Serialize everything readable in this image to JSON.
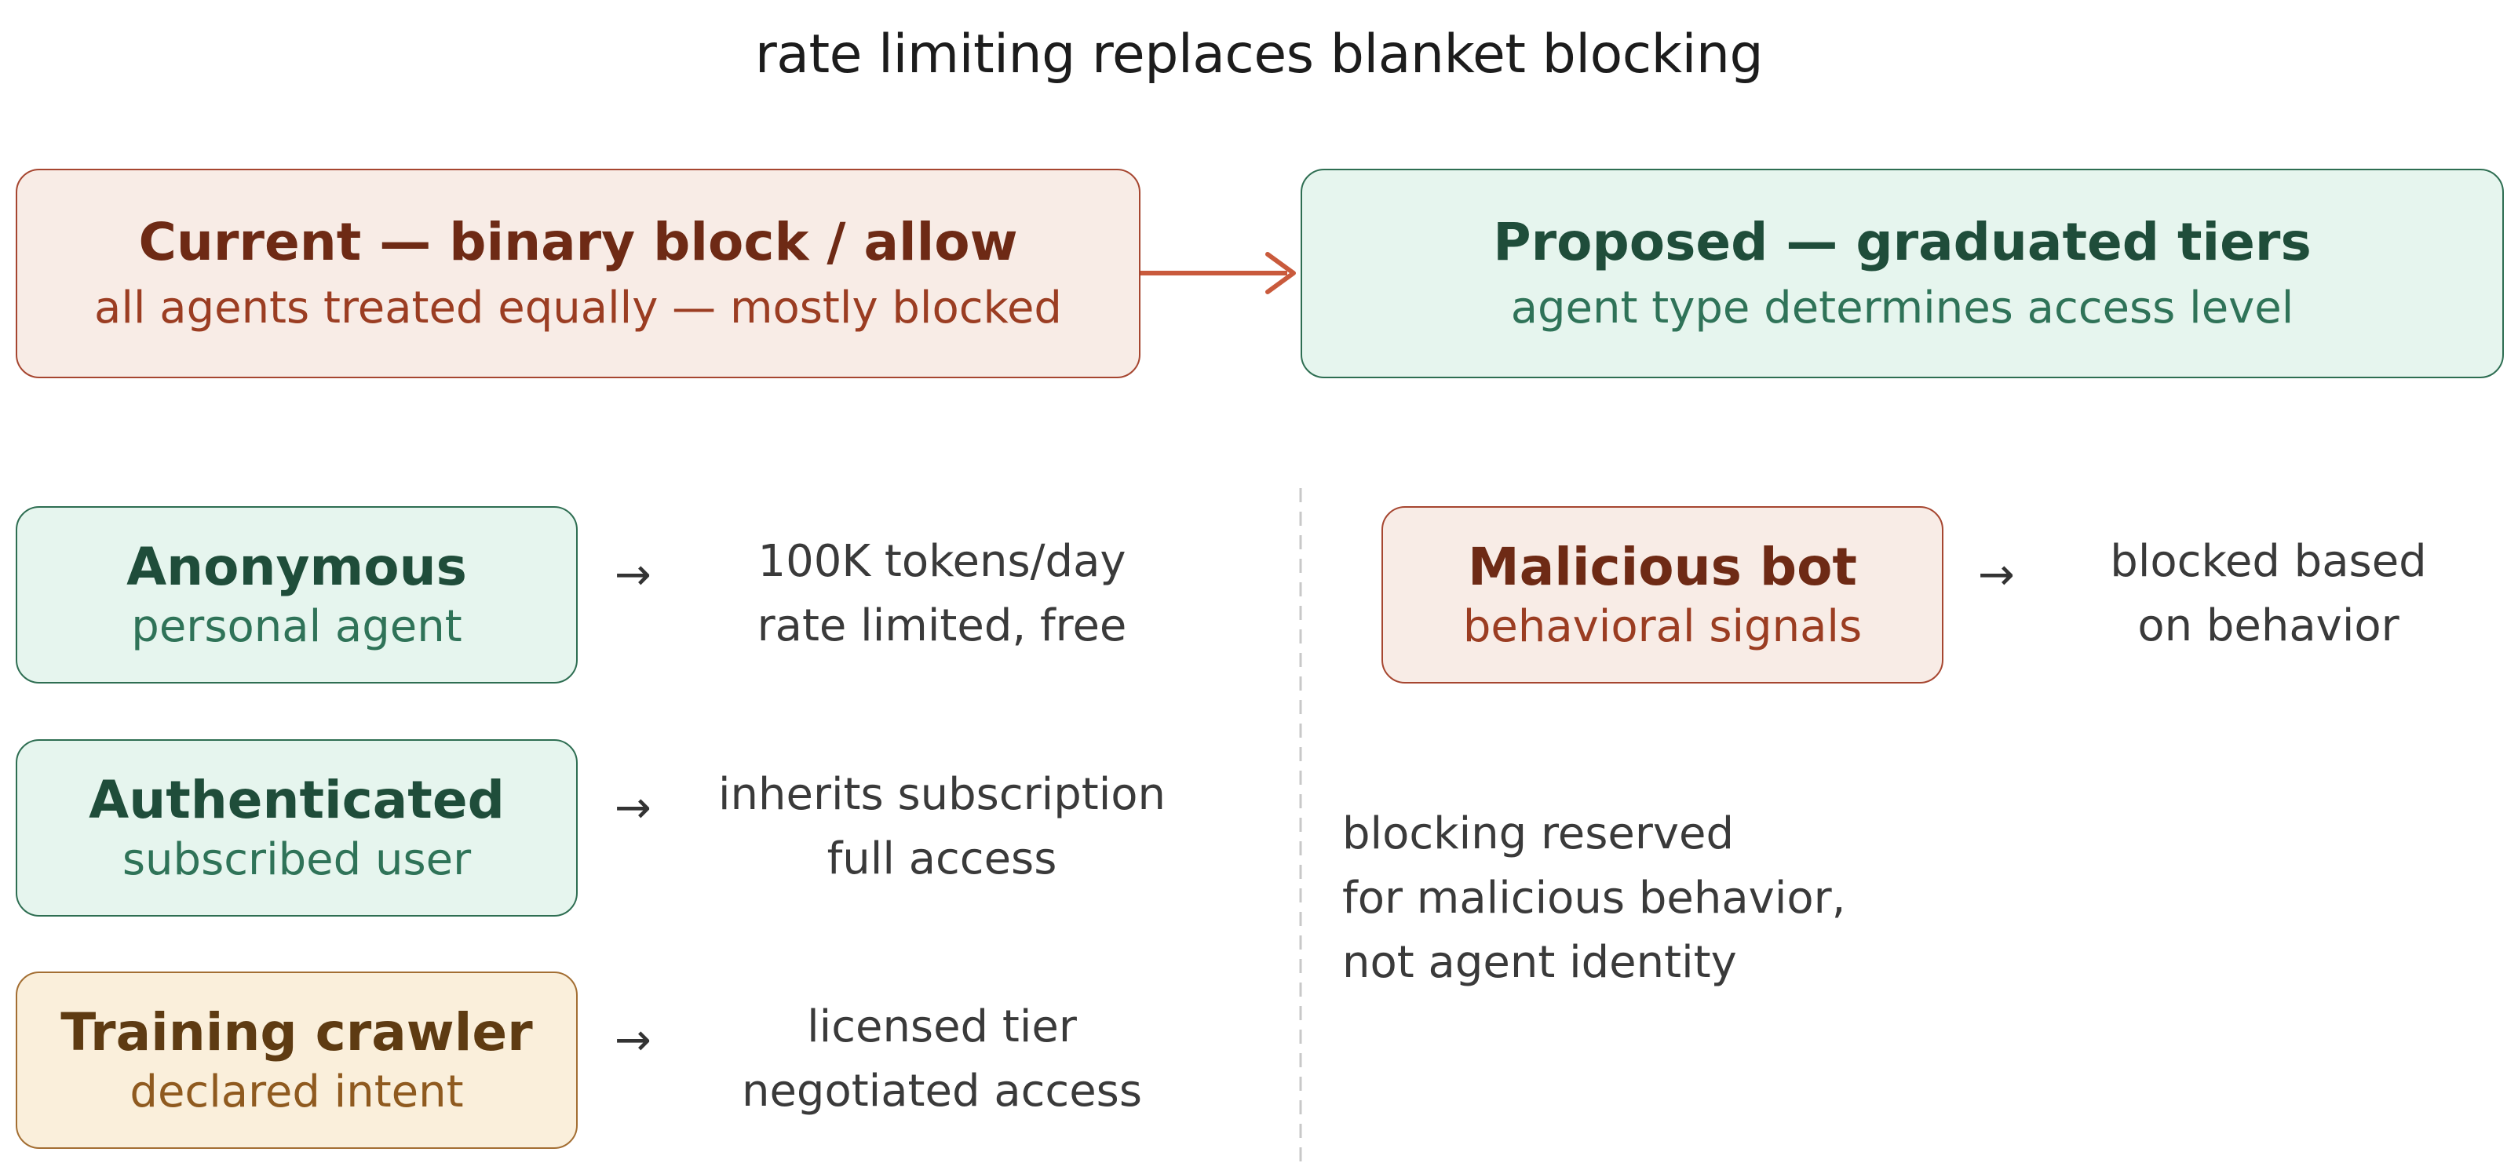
{
  "title": "rate limiting replaces blanket blocking",
  "current": {
    "heading": "Current — binary block / allow",
    "subtitle": "all agents treated equally — mostly blocked"
  },
  "proposed": {
    "heading": "Proposed — graduated tiers",
    "subtitle": "agent type determines access level"
  },
  "tiers": [
    {
      "heading": "Anonymous",
      "subtitle": "personal agent",
      "arrow": "→",
      "result": [
        "100K tokens/day",
        "rate limited, free"
      ]
    },
    {
      "heading": "Authenticated",
      "subtitle": "subscribed user",
      "arrow": "→",
      "result": [
        "inherits subscription",
        "full access"
      ]
    },
    {
      "heading": "Training crawler",
      "subtitle": "declared intent",
      "arrow": "→",
      "result": [
        "licensed tier",
        "negotiated access"
      ]
    },
    {
      "heading": "Malicious bot",
      "subtitle": "behavioral signals",
      "arrow": "→",
      "result": [
        "blocked based",
        "on behavior"
      ]
    }
  ],
  "note": [
    "blocking reserved",
    "for malicious behavior,",
    "not agent identity"
  ],
  "colors": {
    "red_fill": "#f8ece6",
    "red_stroke": "#a64630",
    "green_fill": "#e6f5ee",
    "green_stroke": "#2e6e52",
    "amber_fill": "#faefdb",
    "amber_stroke": "#a36e32",
    "transition_arrow": "#c95a3c"
  }
}
